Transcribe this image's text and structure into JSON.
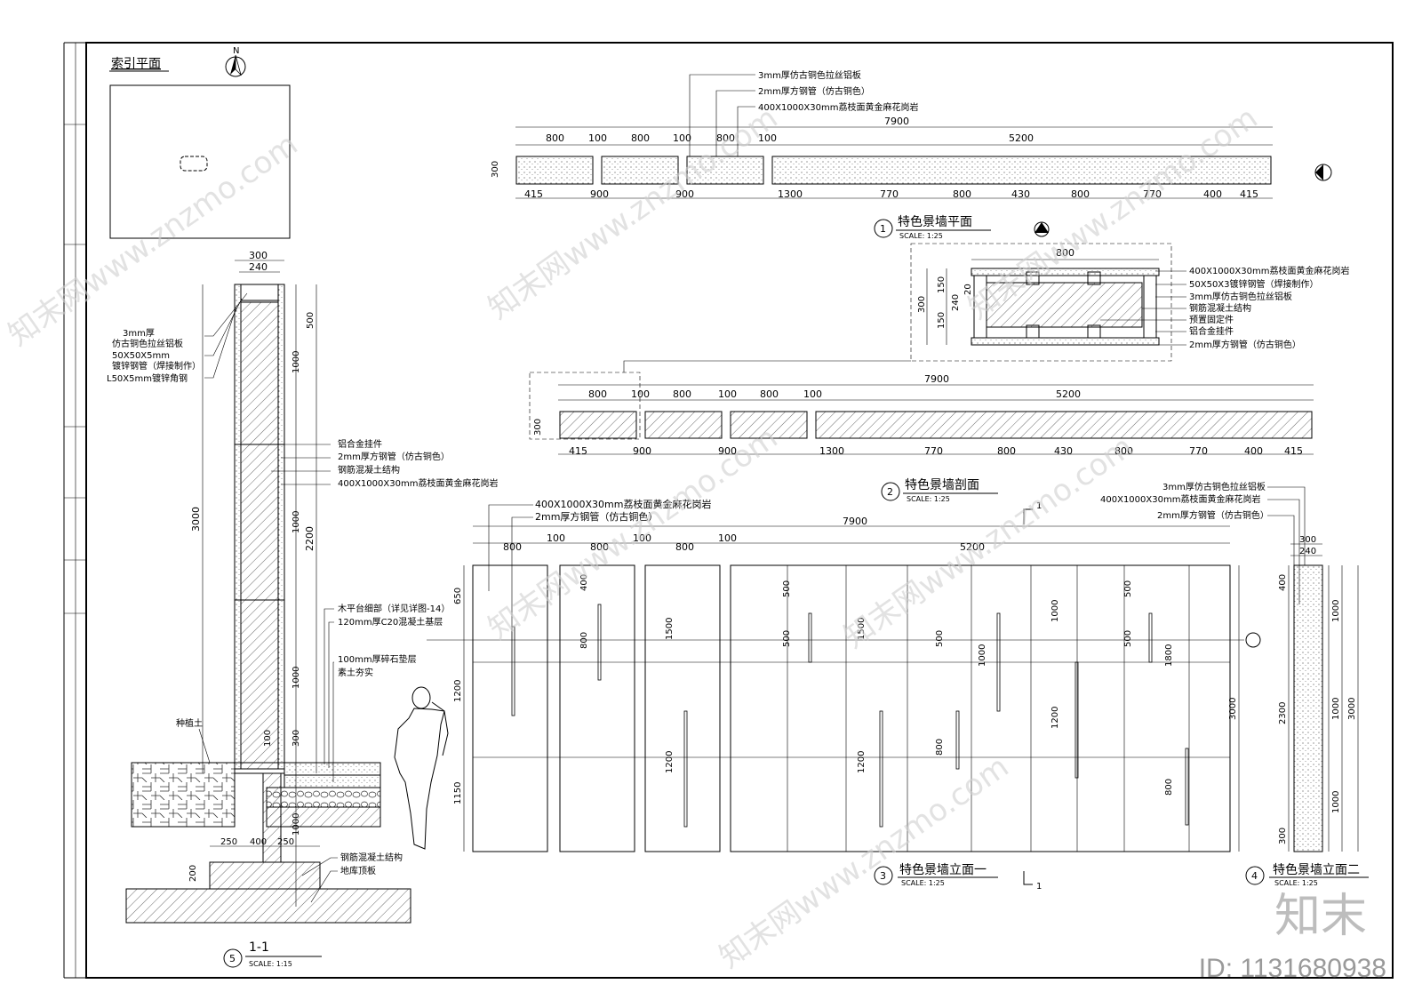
{
  "index_plan": {
    "title": "索引平面",
    "north": "N"
  },
  "plan": {
    "ref": "1",
    "title": "特色景墙平面",
    "scale": "SCALE:  1:25",
    "top_dims": [
      "800",
      "100",
      "800",
      "100",
      "800",
      "100",
      "5200"
    ],
    "overall": "7900",
    "height_dim": "300",
    "bottom_dims": [
      "415",
      "900",
      "900",
      "1300",
      "770",
      "800",
      "430",
      "800",
      "770",
      "400",
      "415"
    ],
    "callouts": [
      "3mm厚仿古铜色拉丝铝板",
      "2mm厚方钢管（仿古铜色）",
      "400X1000X30mm荔枝面黄金麻花岗岩"
    ]
  },
  "section": {
    "ref": "2",
    "title": "特色景墙剖面",
    "scale": "SCALE:  1:25",
    "top_dims": [
      "800",
      "100",
      "800",
      "100",
      "800",
      "100",
      "5200"
    ],
    "overall": "7900",
    "height_dim": "300",
    "bottom_dims": [
      "415",
      "900",
      "900",
      "1300",
      "770",
      "800",
      "430",
      "800",
      "770",
      "400",
      "415"
    ]
  },
  "detail": {
    "width": "800",
    "dims_left": [
      "300",
      "150",
      "150",
      "240",
      "20"
    ],
    "callouts": [
      "400X1000X30mm荔枝面黄金麻花岗岩",
      "50X50X3镀锌钢管（焊接制作）",
      "3mm厚仿古铜色拉丝铝板",
      "钢筋混凝土结构",
      "预置固定件",
      "铝合金挂件",
      "2mm厚方钢管（仿古铜色）"
    ]
  },
  "elev1": {
    "ref": "3",
    "title": "特色景墙立面一",
    "scale": "SCALE:  1:25",
    "overall": "7900",
    "top_dims": [
      "800",
      "100",
      "800",
      "100",
      "800",
      "100",
      "5200"
    ],
    "left_dims": [
      "650",
      "1200",
      "1150"
    ],
    "right_dim": "3000",
    "inner_dims": [
      "400",
      "800",
      "1500",
      "1200",
      "500",
      "500",
      "1500",
      "1200",
      "500",
      "1000",
      "800",
      "1000",
      "1200",
      "500",
      "500",
      "1800",
      "800"
    ],
    "callouts": [
      "400X1000X30mm荔枝面黄金麻花岗岩",
      "2mm厚方钢管（仿古铜色）"
    ],
    "section_mark": "1"
  },
  "elev2": {
    "ref": "4",
    "title": "特色景墙立面二",
    "scale": "SCALE:  1:25",
    "top_dims": [
      "300",
      "240"
    ],
    "left_dims": [
      "400",
      "2300",
      "300"
    ],
    "right_dims": [
      "1000",
      "1000",
      "1000"
    ],
    "outer_dim": "3000",
    "callouts": [
      "3mm厚仿古铜色拉丝铝板",
      "400X1000X30mm荔枝面黄金麻花岗岩",
      "2mm厚方钢管（仿古铜色）"
    ]
  },
  "sec11": {
    "ref": "5",
    "title": "1-1",
    "scale": "SCALE:  1:15",
    "top_dims": [
      "300",
      "240"
    ],
    "left_dim": "3000",
    "right_dims": [
      "500",
      "1000",
      "1000",
      "1000",
      "300",
      "1000"
    ],
    "outer_dim": "2200",
    "base_dims": [
      "250",
      "400",
      "250",
      "200",
      "100"
    ],
    "callouts_left": [
      "3mm厚",
      "仿古铜色拉丝铝板",
      "50X50X5mm",
      "镀锌钢管（焊接制作）",
      "L50X5mm镀锌角钢"
    ],
    "callouts_right": [
      "铝合金挂件",
      "2mm厚方钢管（仿古铜色）",
      "钢筋混凝土结构",
      "400X1000X30mm荔枝面黄金麻花岗岩",
      "木平台细部（详见详图-14）",
      "120mm厚C20混凝土基层",
      "100mm厚碎石垫层",
      "素土夯实"
    ],
    "soil": "种植土",
    "base_callouts": [
      "钢筋混凝土结构",
      "地库顶板"
    ]
  },
  "watermark": "知末网www.znzmo.com",
  "brand": "知末",
  "id_text": "ID: 1131680938"
}
